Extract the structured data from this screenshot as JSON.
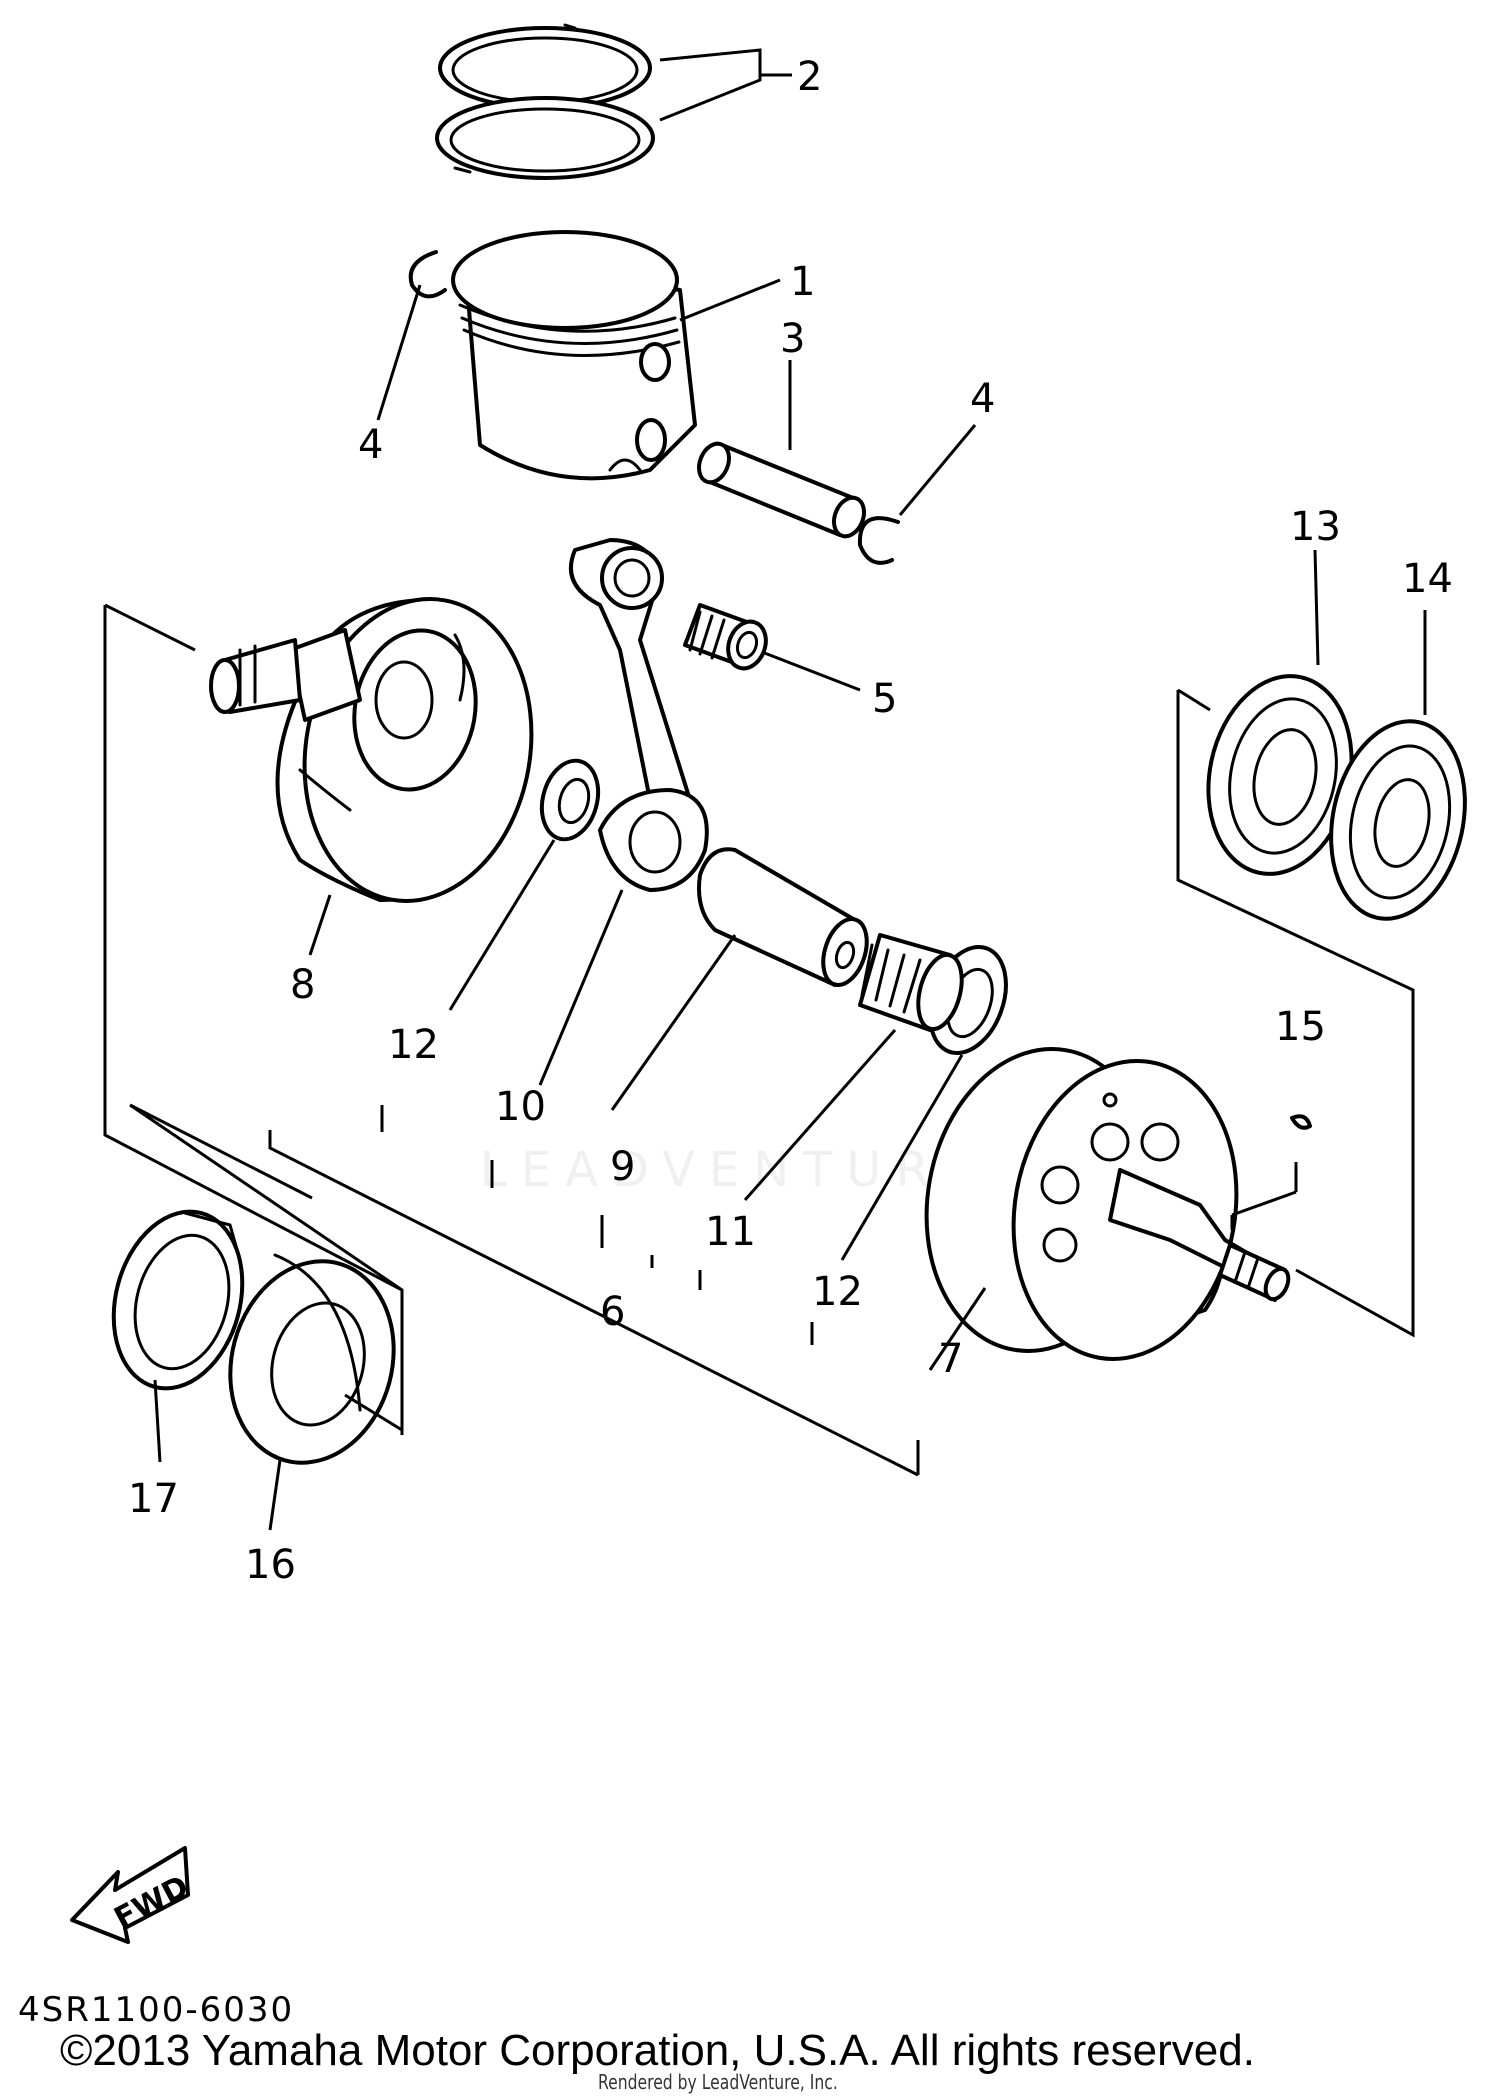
{
  "diagram": {
    "callouts": [
      {
        "id": "1",
        "label": "1",
        "part": "piston"
      },
      {
        "id": "2",
        "label": "2",
        "part": "piston-ring-set"
      },
      {
        "id": "3",
        "label": "3",
        "part": "piston-pin"
      },
      {
        "id": "4a",
        "label": "4",
        "part": "piston-pin-clip-left"
      },
      {
        "id": "4b",
        "label": "4",
        "part": "piston-pin-clip-right"
      },
      {
        "id": "5",
        "label": "5",
        "part": "small-end-bearing"
      },
      {
        "id": "6",
        "label": "6",
        "part": "crankshaft-assembly"
      },
      {
        "id": "7",
        "label": "7",
        "part": "crank-right"
      },
      {
        "id": "8",
        "label": "8",
        "part": "crank-left"
      },
      {
        "id": "9",
        "label": "9",
        "part": "crank-pin"
      },
      {
        "id": "10",
        "label": "10",
        "part": "connecting-rod"
      },
      {
        "id": "11",
        "label": "11",
        "part": "big-end-bearing"
      },
      {
        "id": "12a",
        "label": "12",
        "part": "washer-left"
      },
      {
        "id": "12b",
        "label": "12",
        "part": "washer-right"
      },
      {
        "id": "13",
        "label": "13",
        "part": "bearing-right-1"
      },
      {
        "id": "14",
        "label": "14",
        "part": "bearing-right-2"
      },
      {
        "id": "15",
        "label": "15",
        "part": "woodruff-key"
      },
      {
        "id": "16",
        "label": "16",
        "part": "bearing-left"
      },
      {
        "id": "17",
        "label": "17",
        "part": "oil-seal-left"
      }
    ],
    "fwd_label": "FWD",
    "watermark": "LEADVENTURE"
  },
  "footer": {
    "diagram_code": "4SR1100-6030",
    "copyright": "©2013 Yamaha Motor Corporation, U.S.A. All rights reserved.",
    "rendered_by": "Rendered by LeadVenture, Inc."
  }
}
